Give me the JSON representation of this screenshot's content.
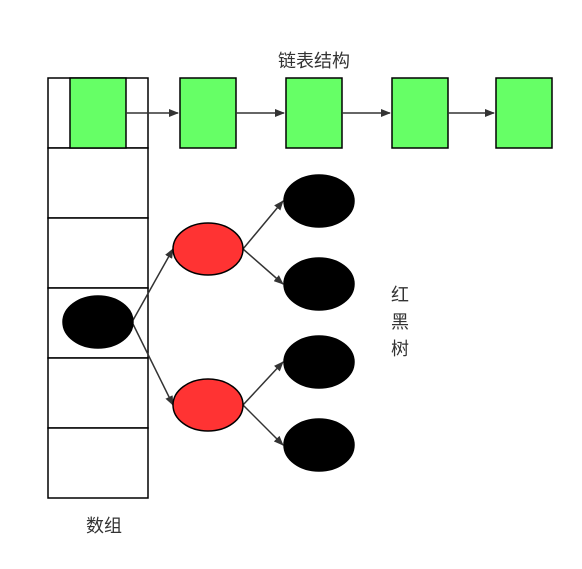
{
  "labels": {
    "linked_list": "链表结构",
    "red_black_tree_chars": [
      "红",
      "黑",
      "树"
    ],
    "array": "数组"
  },
  "colors": {
    "background": "#ffffff",
    "stroke": "#000000",
    "arrow": "#333333",
    "list_node_fill": "#66ff66",
    "tree_red_fill": "#ff3333",
    "tree_black_fill": "#000000",
    "array_cell_fill": "#ffffff"
  },
  "structure": {
    "array_cell_count": 6,
    "linked_list_node_count": 5,
    "red_node_count": 2,
    "black_leaf_count": 4
  }
}
